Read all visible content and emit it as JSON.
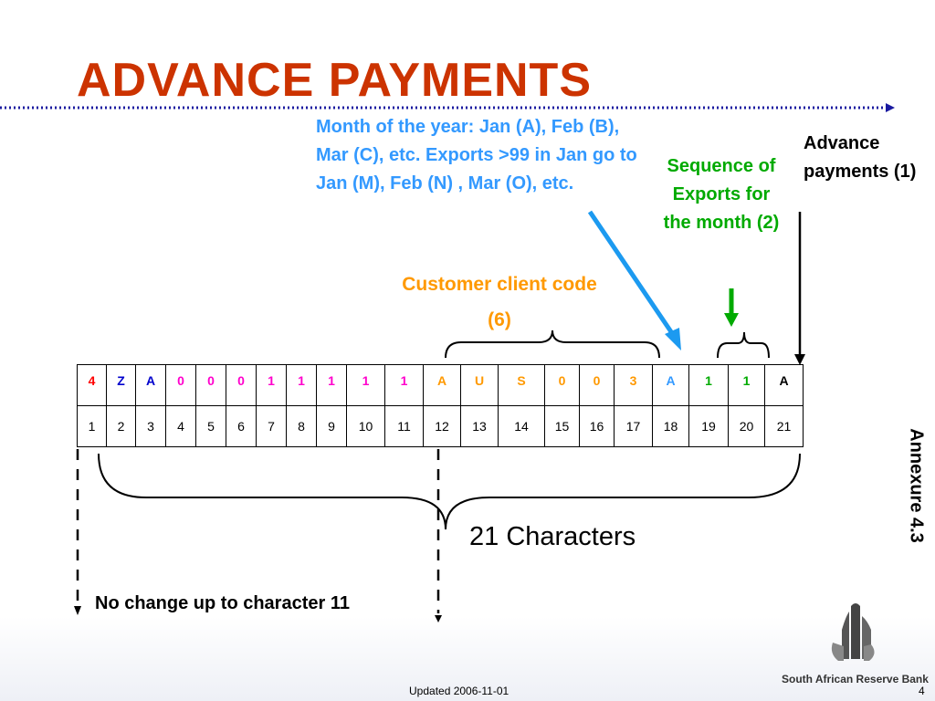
{
  "title": "ADVANCE PAYMENTS",
  "annotations": {
    "month_note": "Month of the year: Jan (A), Feb (B),  Mar (C), etc. Exports >99 in Jan go to Jan (M), Feb (N) , Mar (O), etc.",
    "sequence_note": "Sequence of Exports for the month (2)",
    "advance_note": "Advance payments (1)",
    "customer_note": "Customer client code (6)"
  },
  "code_table": {
    "characters": [
      {
        "char": "4",
        "color": "#ff0000"
      },
      {
        "char": "Z",
        "color": "#0000cc"
      },
      {
        "char": "A",
        "color": "#0000cc"
      },
      {
        "char": "0",
        "color": "#ff00cc"
      },
      {
        "char": "0",
        "color": "#ff00cc"
      },
      {
        "char": "0",
        "color": "#ff00cc"
      },
      {
        "char": "1",
        "color": "#ff00cc"
      },
      {
        "char": "1",
        "color": "#ff00cc"
      },
      {
        "char": "1",
        "color": "#ff00cc"
      },
      {
        "char": "1",
        "color": "#ff00cc"
      },
      {
        "char": "1",
        "color": "#ff00cc"
      },
      {
        "char": "A",
        "color": "#ff9900"
      },
      {
        "char": "U",
        "color": "#ff9900"
      },
      {
        "char": "S",
        "color": "#ff9900"
      },
      {
        "char": "0",
        "color": "#ff9900"
      },
      {
        "char": "0",
        "color": "#ff9900"
      },
      {
        "char": "3",
        "color": "#ff9900"
      },
      {
        "char": "A",
        "color": "#3399ff"
      },
      {
        "char": "1",
        "color": "#00aa00"
      },
      {
        "char": "1",
        "color": "#00aa00"
      },
      {
        "char": "A",
        "color": "#000000"
      }
    ],
    "positions": [
      "1",
      "2",
      "3",
      "4",
      "5",
      "6",
      "7",
      "8",
      "9",
      "10",
      "11",
      "12",
      "13",
      "14",
      "15",
      "16",
      "17",
      "18",
      "19",
      "20",
      "21"
    ]
  },
  "characters_label": "21 Characters",
  "no_change_label": "No change up to character 11",
  "annexure": "Annexure 4.3",
  "footer": {
    "updated": "Updated 2006-11-01",
    "page_number": "4",
    "bank_name": "South African Reserve Bank"
  },
  "colors": {
    "title": "#cc3300",
    "month_blue": "#3399ff",
    "sequence_green": "#00aa00",
    "customer_orange": "#ff9900",
    "divider_blue": "#1a1aa0"
  }
}
